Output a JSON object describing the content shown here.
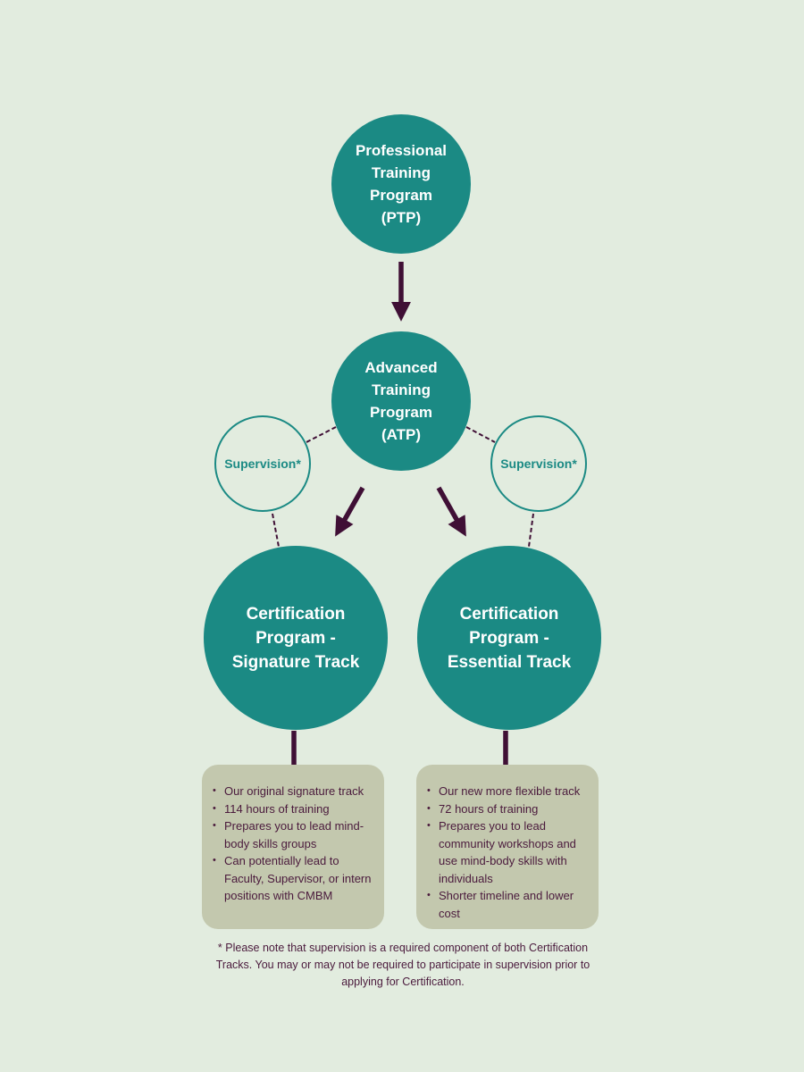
{
  "colors": {
    "background": "#e2ecdf",
    "teal": "#1b8a84",
    "arrow": "#3f0f35",
    "box": "#c3c8ae",
    "text_dark": "#4a1a3c"
  },
  "nodes": {
    "ptp": "Professional\nTraining\nProgram\n(PTP)",
    "atp": "Advanced\nTraining\nProgram\n(ATP)",
    "supervision_left": "Supervision*",
    "supervision_right": "Supervision*",
    "cert_signature": "Certification\nProgram -\nSignature Track",
    "cert_essential": "Certification\nProgram -\nEssential Track"
  },
  "signature_box": {
    "items": [
      "Our original signature track",
      "114 hours of training",
      "Prepares you to lead  mind-body skills groups",
      "Can potentially lead to Faculty, Supervisor, or intern positions with CMBM"
    ]
  },
  "essential_box": {
    "items": [
      "Our new more flexible track",
      "72 hours of training",
      "Prepares you to lead community workshops and use mind-body skills with individuals",
      "Shorter timeline and lower cost"
    ]
  },
  "footnote": "* Please note that supervision is a required component of both Certification Tracks. You may or may not be required to participate in supervision prior to applying for Certification."
}
